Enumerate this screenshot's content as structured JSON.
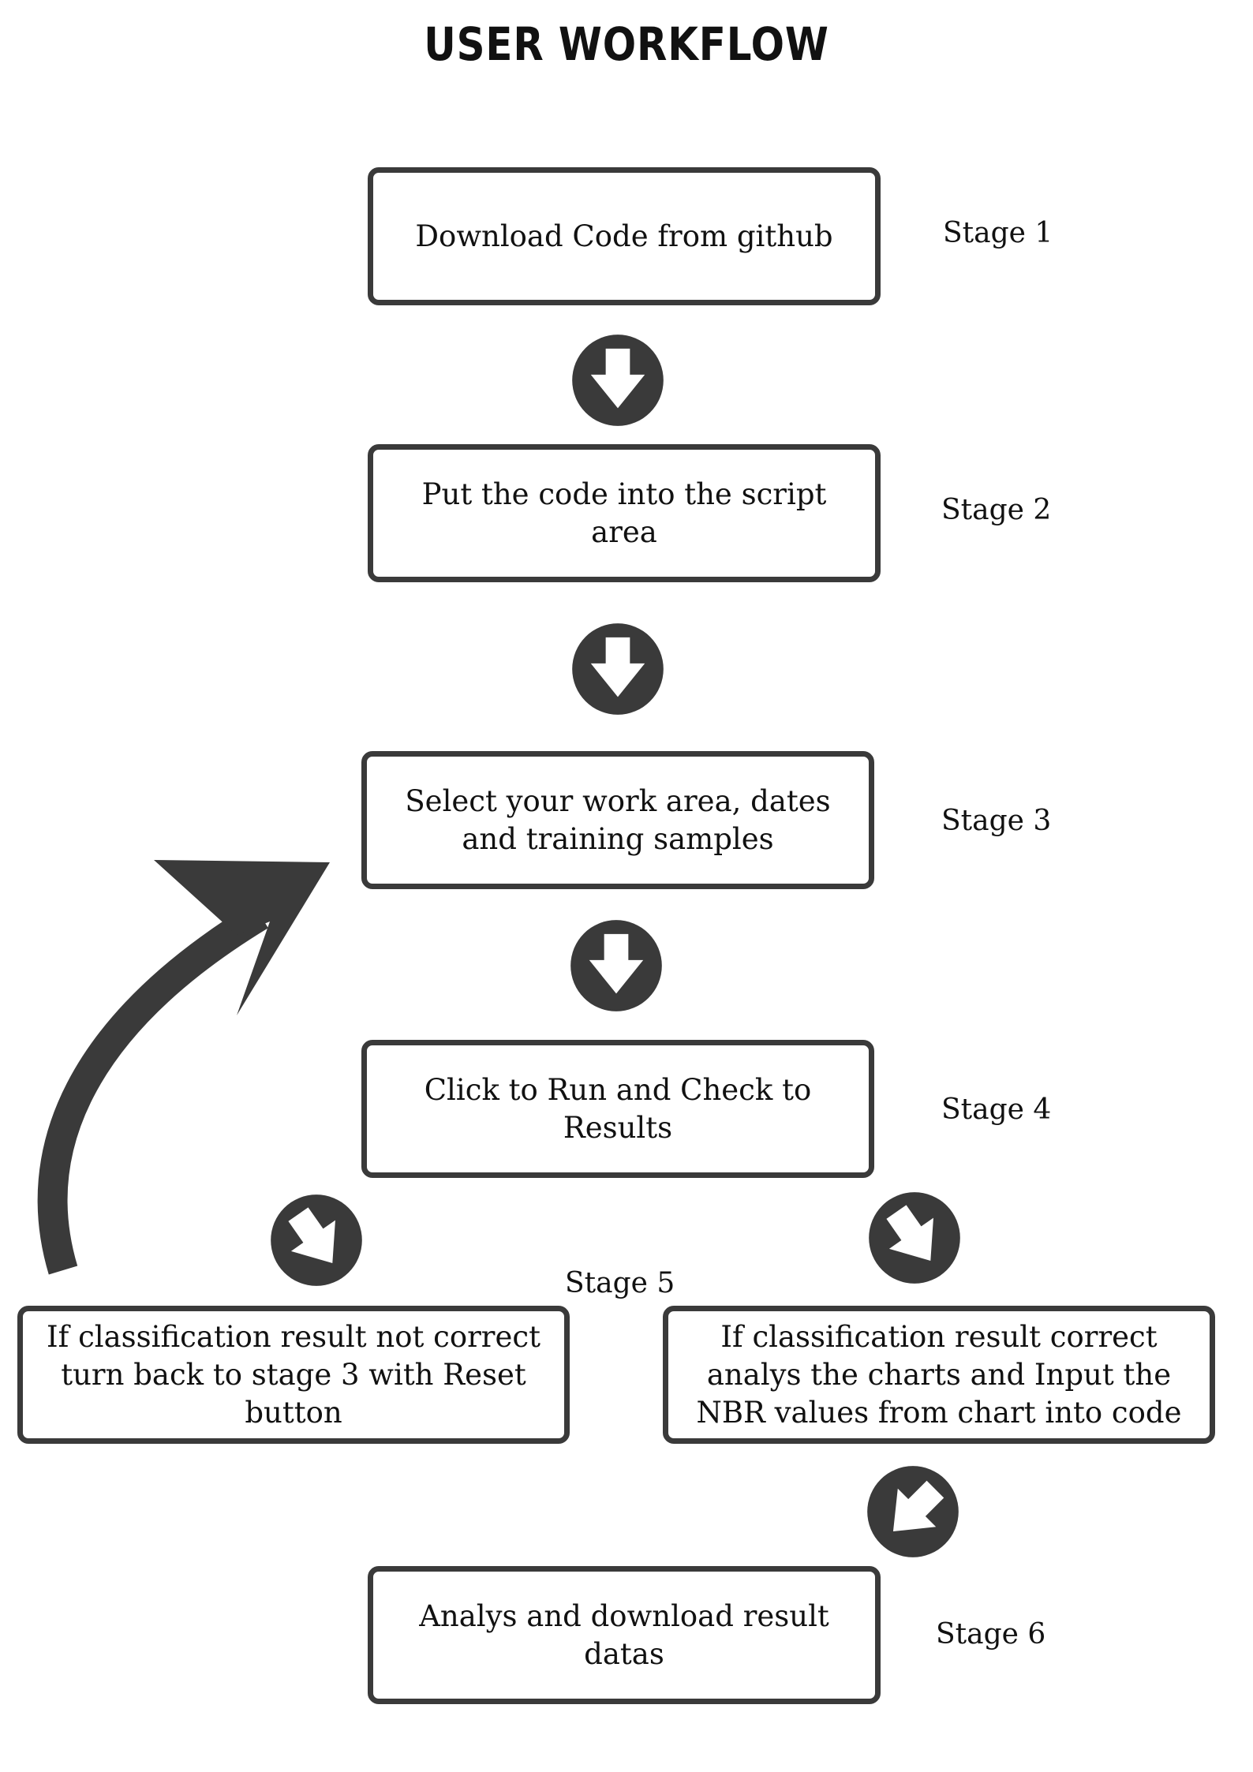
{
  "title": "USER WORKFLOW",
  "colors": {
    "box_border": "#3a3a3a",
    "arrow_fill": "#3a3a3a",
    "text": "#111111",
    "background": "#ffffff"
  },
  "steps": [
    {
      "text": "Download Code from github",
      "stage": "Stage 1"
    },
    {
      "text": "Put the code into the script area",
      "stage": "Stage 2"
    },
    {
      "text": "Select your work area, dates and training samples",
      "stage": "Stage 3"
    },
    {
      "text": "Click to Run and Check to Results",
      "stage": "Stage 4"
    },
    {
      "text": "If classification result not correct turn back to stage 3 with Reset button",
      "stage": "Stage 5"
    },
    {
      "text": "If classification result correct analys the charts and Input the NBR values from chart into code",
      "stage": ""
    },
    {
      "text": "Analys and download result datas",
      "stage": "Stage 6"
    }
  ],
  "connectors": [
    {
      "icon": "down-arrow-circle-icon",
      "direction": "down"
    },
    {
      "icon": "down-arrow-circle-icon",
      "direction": "down"
    },
    {
      "icon": "down-arrow-circle-icon",
      "direction": "down"
    },
    {
      "icon": "down-right-arrow-circle-icon",
      "direction": "down-right"
    },
    {
      "icon": "down-right-arrow-circle-icon",
      "direction": "down-right"
    },
    {
      "icon": "down-left-arrow-circle-icon",
      "direction": "down-left"
    }
  ],
  "loop_arrow": {
    "icon": "curved-loop-arrow-icon",
    "from_stage": "Stage 5",
    "to_stage": "Stage 3"
  }
}
